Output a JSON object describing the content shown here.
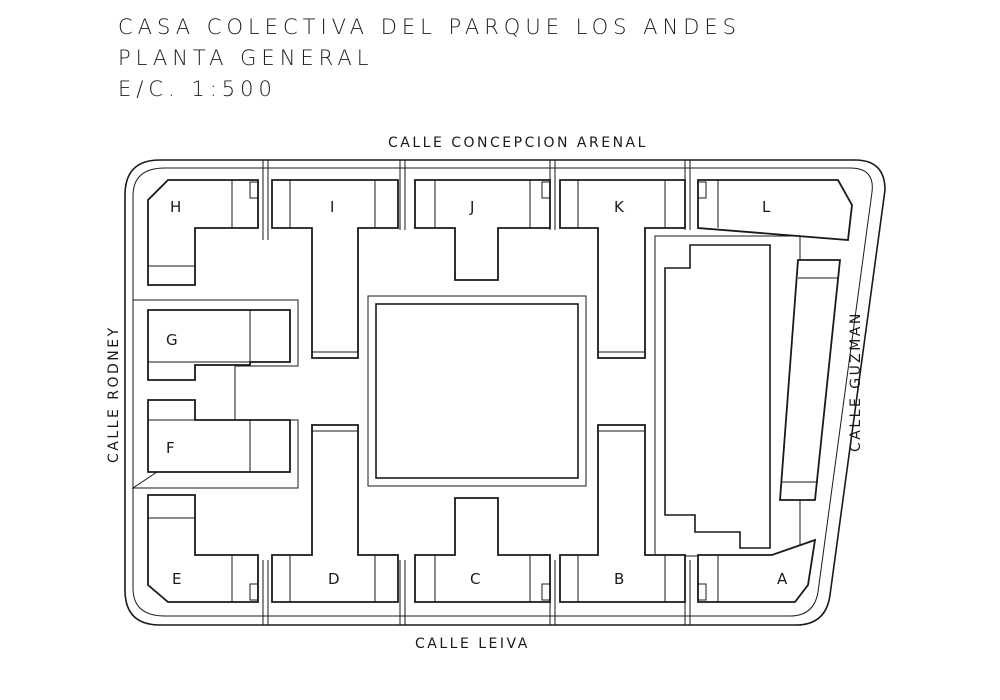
{
  "title": {
    "line1": "CASA COLECTIVA DEL PARQUE LOS ANDES",
    "line2": "PLANTA GENERAL",
    "line3": "E/C. 1:500"
  },
  "streets": {
    "north": "CALLE CONCEPCION ARENAL",
    "south": "CALLE LEIVA",
    "west": "CALLE RODNEY",
    "east": "CALLE GUZMAN"
  },
  "blocks": [
    "A",
    "B",
    "C",
    "D",
    "E",
    "F",
    "G",
    "H",
    "I",
    "J",
    "K",
    "L"
  ]
}
